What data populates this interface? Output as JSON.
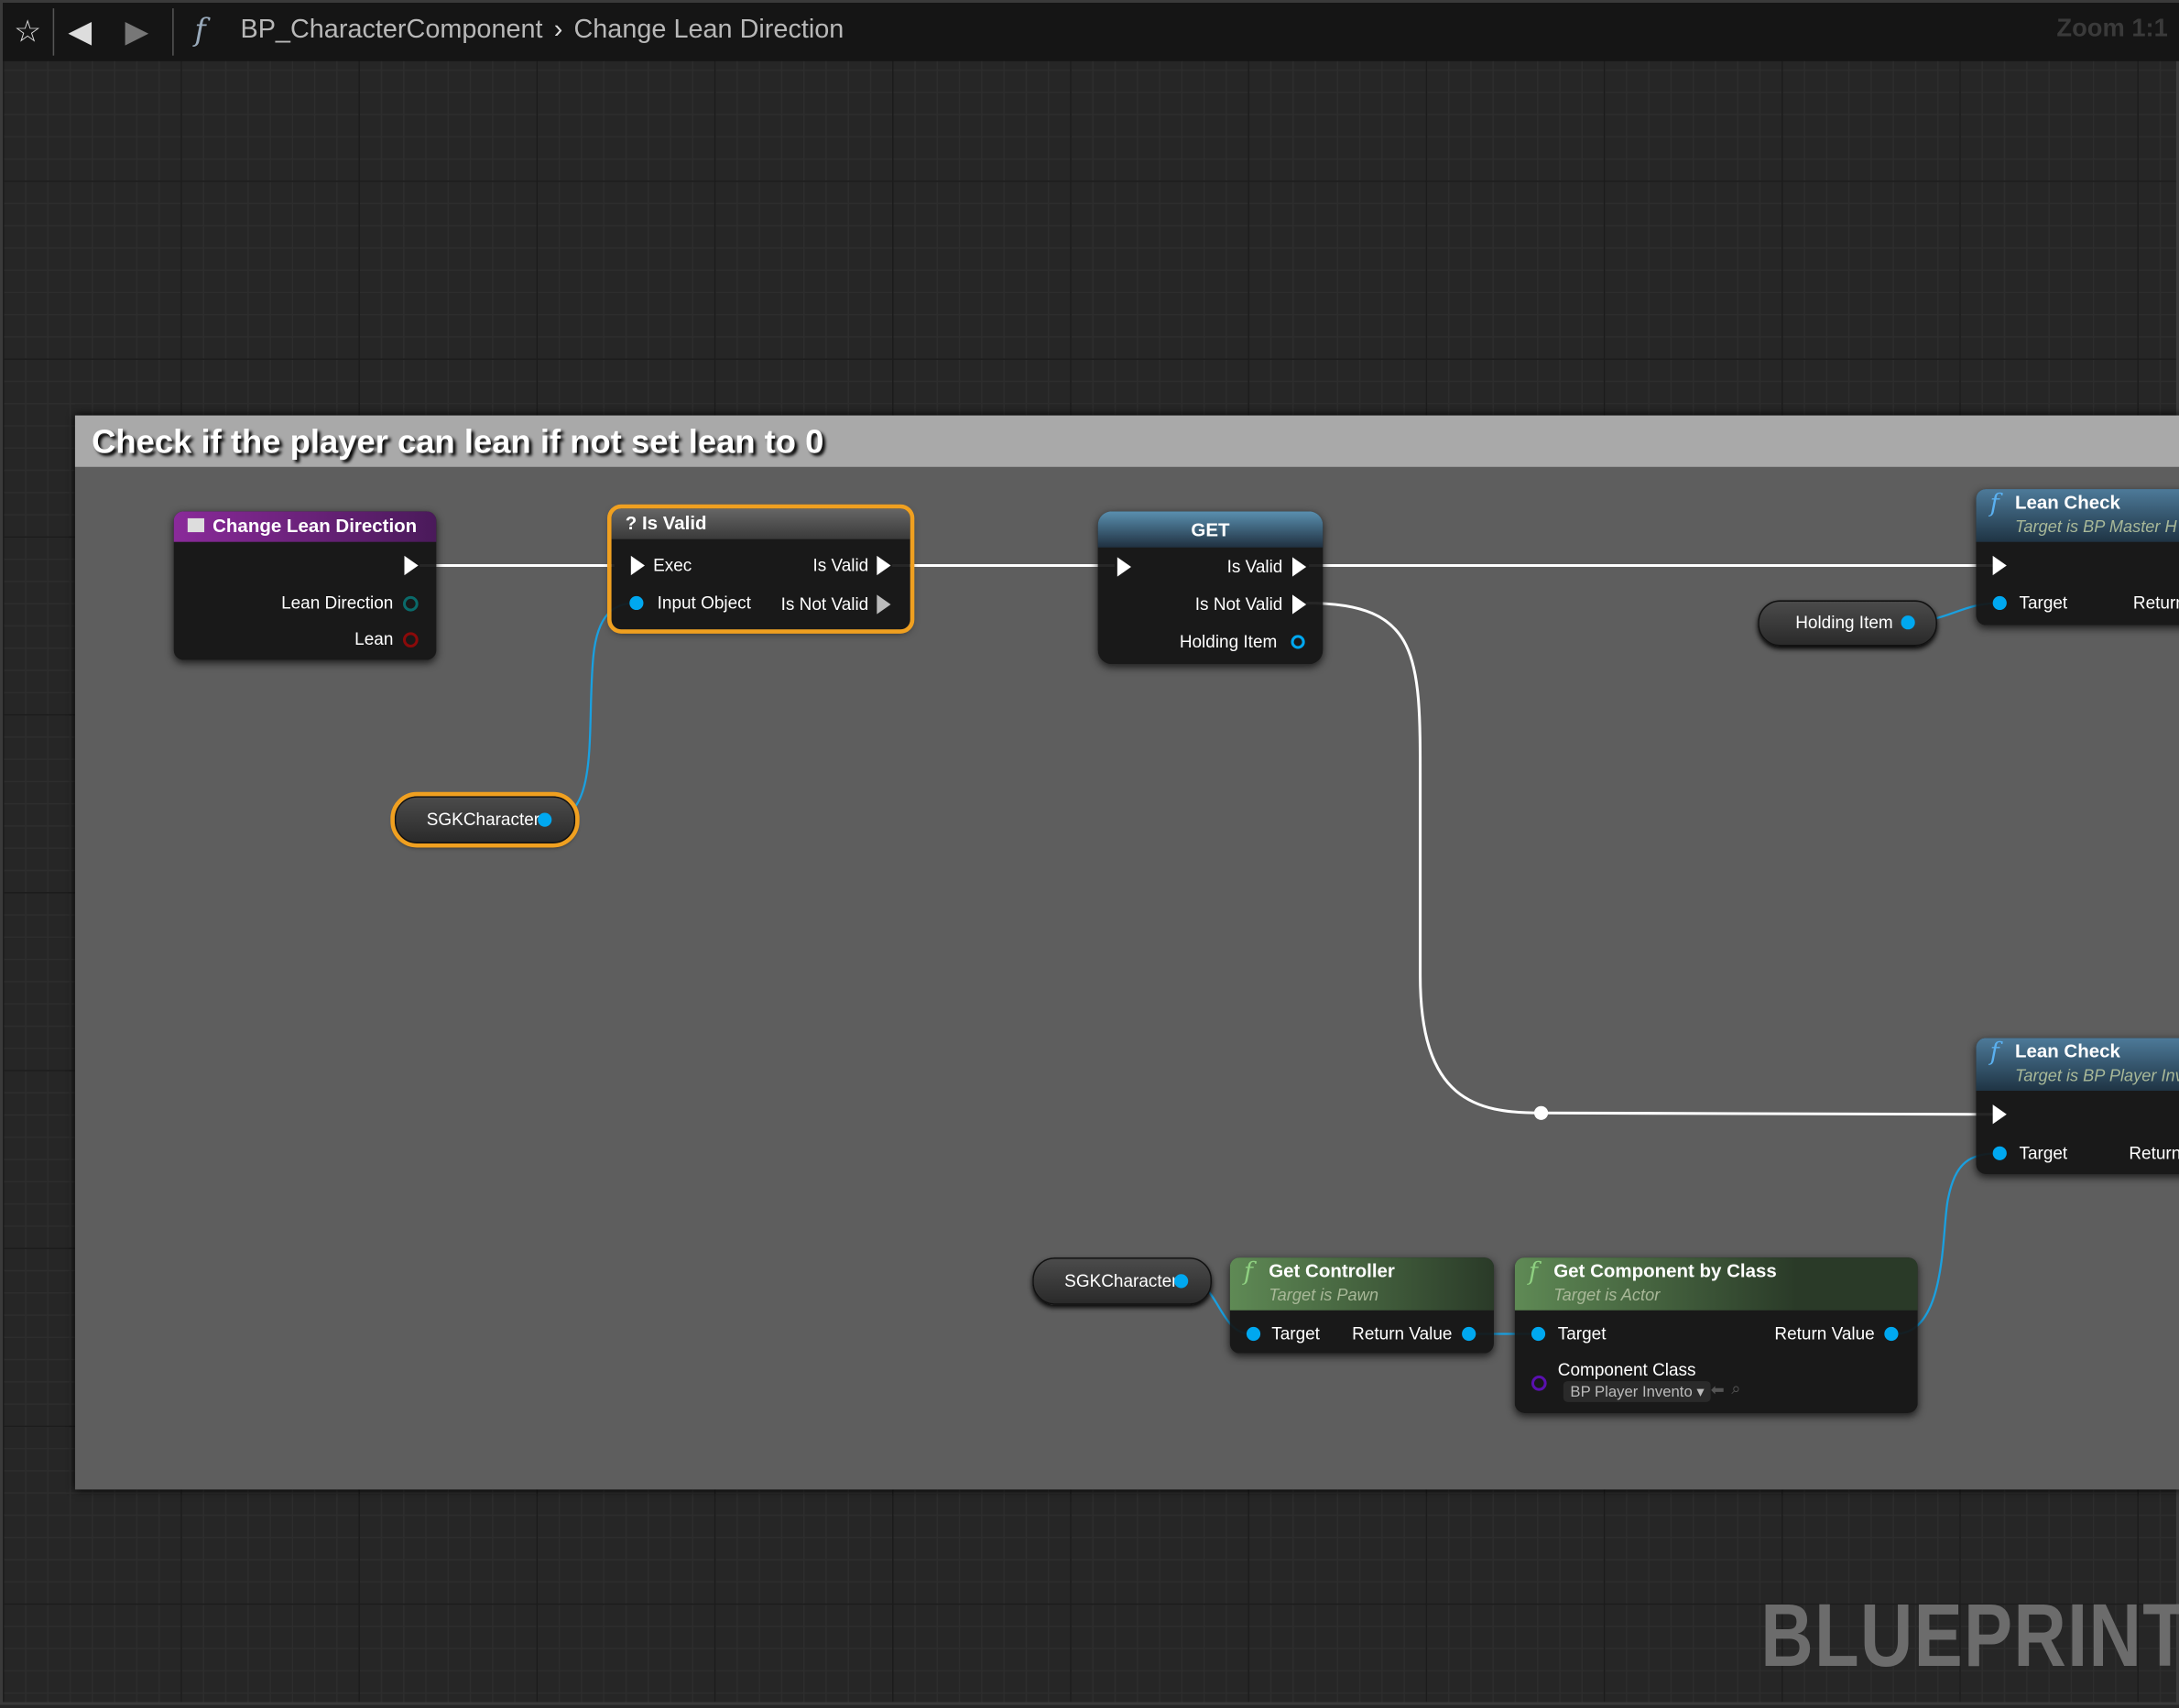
{
  "topbar": {
    "breadcrumb_root": "BP_CharacterComponent",
    "breadcrumb_current": "Change Lean Direction",
    "zoom": "Zoom 1:1"
  },
  "comment": {
    "title": "Check if the player can lean if not set lean to 0"
  },
  "nodes": {
    "entry": {
      "title": "Change Lean Direction",
      "pins": [
        "Lean Direction",
        "Lean"
      ]
    },
    "is_valid": {
      "title": "Is Valid",
      "icon": "?",
      "exec": "Exec",
      "input": "Input Object",
      "out_valid": "Is Valid",
      "out_not_valid": "Is Not Valid"
    },
    "get": {
      "title": "GET",
      "out_valid": "Is Valid",
      "out_not_valid": "Is Not Valid",
      "out_item": "Holding Item"
    },
    "lean_check_1": {
      "title": "Lean Check",
      "subtitle": "Target is BP Master H",
      "target": "Target",
      "ret": "Return"
    },
    "lean_check_2": {
      "title": "Lean Check",
      "subtitle": "Target is BP Player Inv",
      "target": "Target",
      "ret": "Return"
    },
    "get_controller": {
      "title": "Get Controller",
      "subtitle": "Target is Pawn",
      "target": "Target",
      "ret": "Return Value"
    },
    "get_component": {
      "title": "Get Component by Class",
      "subtitle": "Target is Actor",
      "target": "Target",
      "ret": "Return Value",
      "class_label": "Component Class",
      "class_value": "BP Player Invento"
    }
  },
  "variables": {
    "sgk1": "SGKCharacter",
    "holding": "Holding Item",
    "sgk2": "SGKCharacter"
  },
  "watermark": "BLUEPRINT",
  "colors": {
    "exec": "#ffffff",
    "object": "#00a8f0",
    "selected": "#f0a020",
    "entry_header": "#7a2a8a",
    "pure_header": "#4e7a44",
    "call_header": "#3e6a8a"
  }
}
